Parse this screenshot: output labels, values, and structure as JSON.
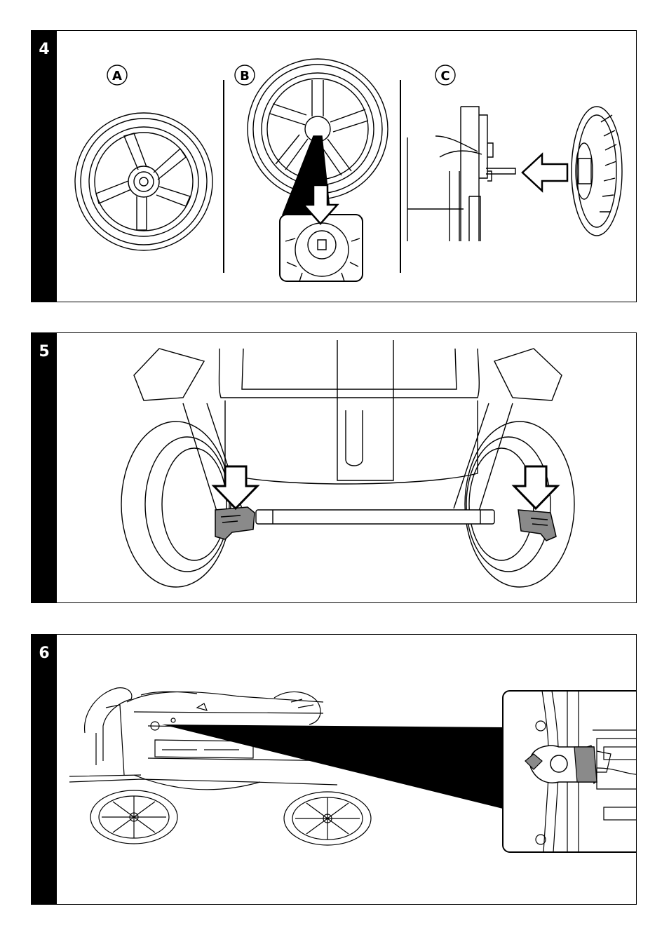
{
  "steps": [
    {
      "number": "4",
      "sub_labels": [
        "A",
        "B",
        "C"
      ]
    },
    {
      "number": "5"
    },
    {
      "number": "6"
    }
  ],
  "colors": {
    "ink": "#000000",
    "paper": "#ffffff",
    "part_gray": "#8a8a8a"
  }
}
